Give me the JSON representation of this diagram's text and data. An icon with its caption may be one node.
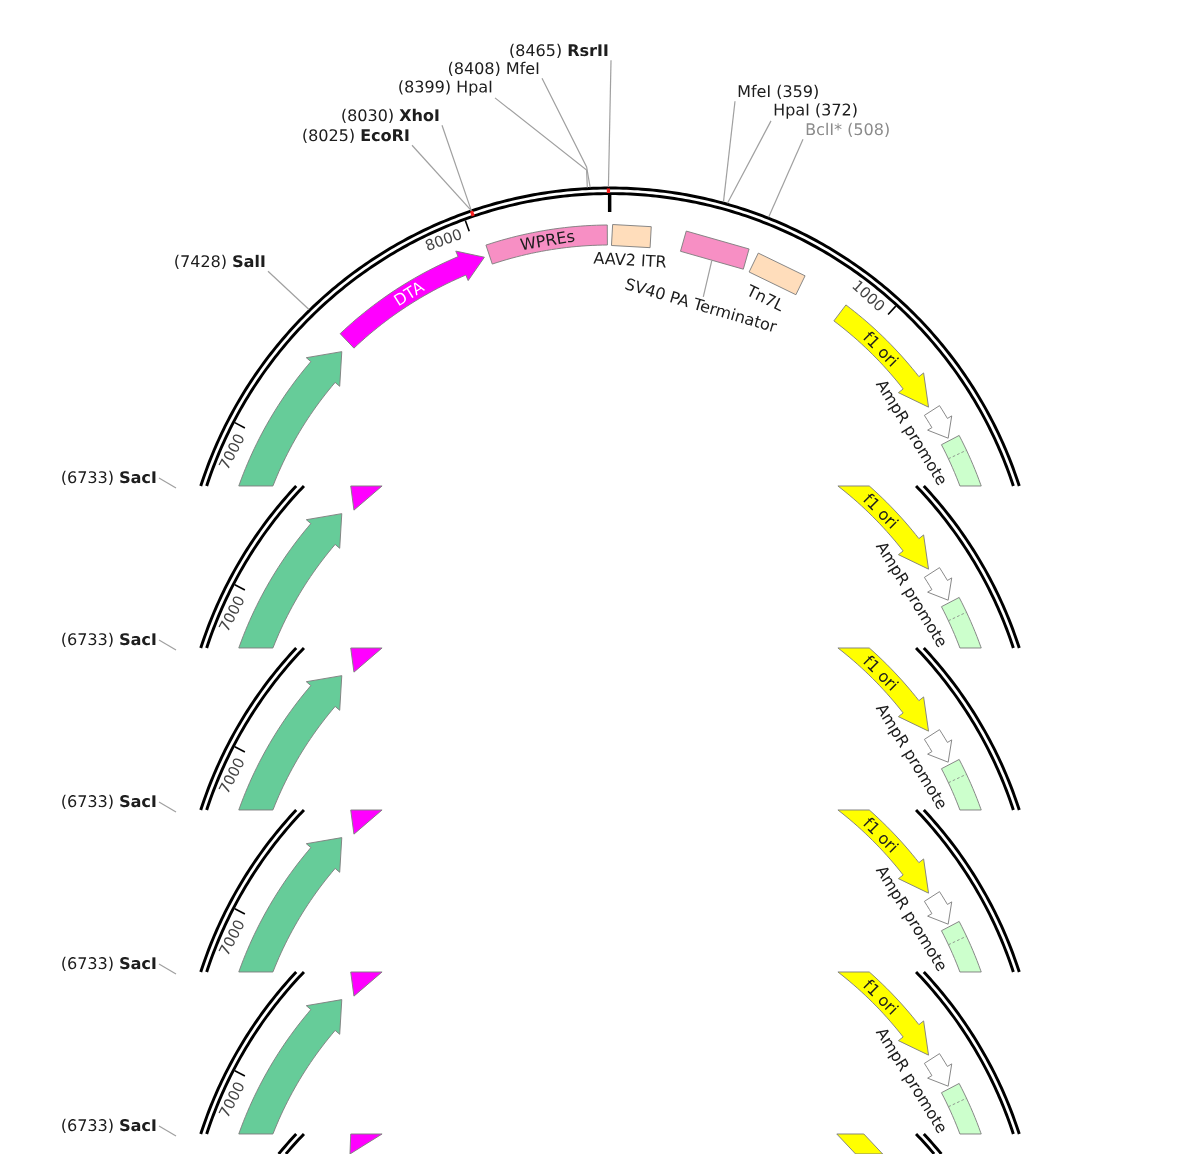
{
  "diagram": {
    "nodes": [
      {
        "text": [
          "(8465) **RsrII**"
        ]
      },
      {
        "text": [
          "(8408) MfeI"
        ]
      },
      {
        "text": [
          "(8399) HpaI"
        ]
      },
      {
        "text": [
          "MfeI (359)"
        ]
      },
      {
        "text": [
          "HpaI (372)"
        ]
      },
      {
        "text": [
          "(8030) **XhoI**"
        ]
      },
      {
        "text": [
          "BclI* (508)"
        ]
      },
      {
        "text": [
          "(8025) **EcoRI**"
        ]
      },
      {
        "text": [
          "AAV2 ITR"
        ]
      },
      {
        "text": [
          "WPREs"
        ]
      },
      {
        "text": [],
        "shape": "box"
      },
      {
        "text": [
          "DTA"
        ]
      },
      {
        "text": [
          "Tn7L"
        ]
      },
      {
        "text": [
          "(7428) **SalI**"
        ]
      },
      {
        "text": [
          "SV40 PA Terminator"
        ]
      },
      {
        "text": [
          "f1 ori"
        ]
      },
      {
        "text": [],
        "shape": "arrow"
      },
      {
        "text": [
          "AmpR promote"
        ]
      },
      {
        "text": [],
        "shape": "box"
      },
      {
        "text": [
          "(6733) **SacI**"
        ]
      },
      {
        "text": [],
        "shape": "triangle"
      },
      {
        "text": [
          "f1 ori"
        ]
      },
      {
        "text": [],
        "shape": "arrow"
      },
      {
        "text": [
          "AmpR promote"
        ]
      },
      {
        "text": [],
        "shape": "box"
      },
      {
        "text": [
          "(6733) **SacI**"
        ]
      },
      {
        "text": [],
        "shape": "triangle"
      },
      {
        "text": [
          "f1 ori"
        ]
      },
      {
        "text": [],
        "shape": "arrow"
      },
      {
        "text": [
          "AmpR promote"
        ]
      },
      {
        "text": [],
        "shape": "box"
      },
      {
        "text": [
          "(6733) **SacI**"
        ]
      },
      {
        "text": [],
        "shape": "triangle"
      },
      {
        "text": [
          "f1 ori"
        ]
      },
      {
        "text": [],
        "shape": "arrow"
      },
      {
        "text": [
          "AmpR promote"
        ]
      },
      {
        "text": [],
        "shape": "box"
      },
      {
        "text": [
          "(6733) **SacI**"
        ]
      },
      {
        "text": [],
        "shape": "triangle"
      },
      {
        "text": [
          "f1 ori"
        ]
      },
      {
        "text": [],
        "shape": "arrow"
      },
      {
        "text": [
          "AmpR promote"
        ]
      },
      {
        "text": [],
        "shape": "box"
      },
      {
        "text": [
          "(6733) **SacI**"
        ]
      },
      {
        "text": [],
        "shape": "triangle"
      },
      {
        "text": [],
        "shape": "bar"
      },
      {
        "text": [],
        "shape": "bar"
      }
    ],
    "edges": [
      {
        "from": 0,
        "to": null,
        "arrow": "none"
      },
      {
        "from": 1,
        "to": null,
        "arrow": "none"
      },
      {
        "from": 2,
        "to": null,
        "arrow": "none"
      },
      {
        "from": 3,
        "to": null,
        "arrow": "none"
      },
      {
        "from": 4,
        "to": null,
        "arrow": "none"
      },
      {
        "from": 5,
        "to": 46,
        "arrow": "none"
      },
      {
        "from": 6,
        "to": null,
        "arrow": "none"
      },
      {
        "from": 7,
        "to": 46,
        "arrow": "none"
      },
      {
        "from": 13,
        "to": null,
        "arrow": "none"
      },
      {
        "from": 14,
        "to": 10,
        "arrow": "none"
      },
      {
        "from": 19,
        "to": null,
        "arrow": "none"
      },
      {
        "from": 25,
        "to": null,
        "arrow": "none"
      },
      {
        "from": 31,
        "to": null,
        "arrow": "none"
      },
      {
        "from": 37,
        "to": null,
        "arrow": "none"
      },
      {
        "from": 43,
        "to": null,
        "arrow": "none"
      }
    ],
    "labels": [
      "8000",
      "1000",
      "7000",
      "7000",
      "7000",
      "7000",
      "7000"
    ]
  }
}
